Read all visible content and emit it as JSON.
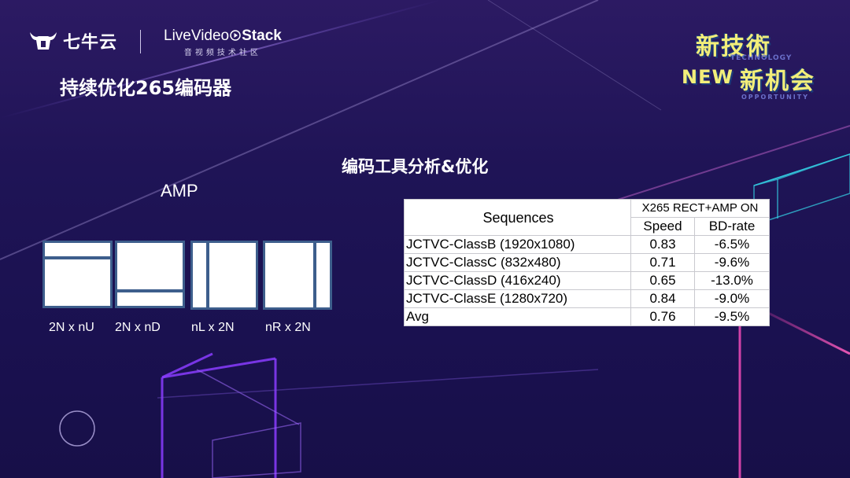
{
  "header": {
    "brand_name": "七牛云",
    "partner_logo": {
      "prefix": "Live",
      "middle": "Video",
      "bold": "Stack",
      "subtitle": "音视频技术社区"
    },
    "slide_title": "持续优化265编码器"
  },
  "badge": {
    "line1": "新技術",
    "line1_caption": "TECHNOLOGY",
    "new_word": "NEW",
    "line2": "新机会",
    "line2_caption": "OPPORTUNITY"
  },
  "section_title": "编码工具分析&优化",
  "amp": {
    "label": "AMP",
    "partitions": [
      {
        "label": "2N x nU"
      },
      {
        "label": "2N x nD"
      },
      {
        "label": "nL x 2N"
      },
      {
        "label": "nR x 2N"
      }
    ]
  },
  "table": {
    "sequences_header": "Sequences",
    "group_header": "X265 RECT+AMP ON",
    "col_speed": "Speed",
    "col_bdrate": "BD-rate",
    "rows": [
      {
        "seq": "JCTVC-ClassB (1920x1080)",
        "speed": "0.83",
        "bdrate": "-6.5%"
      },
      {
        "seq": "JCTVC-ClassC (832x480)",
        "speed": "0.71",
        "bdrate": "-9.6%"
      },
      {
        "seq": "JCTVC-ClassD (416x240)",
        "speed": "0.65",
        "bdrate": "-13.0%"
      },
      {
        "seq": "JCTVC-ClassE (1280x720)",
        "speed": "0.84",
        "bdrate": "-9.0%"
      },
      {
        "seq": "Avg",
        "speed": "0.76",
        "bdrate": "-9.5%"
      }
    ]
  },
  "colors": {
    "background": "#1f1456",
    "accent_yellow": "#f2ee7a",
    "partition_border": "#3d5e8c",
    "neon_pink": "#ff3fb0",
    "neon_cyan": "#35d6e8",
    "neon_purple": "#8a3cff"
  },
  "icons": [
    "qiniu-bull-icon",
    "play-icon",
    "circle-decoration"
  ]
}
